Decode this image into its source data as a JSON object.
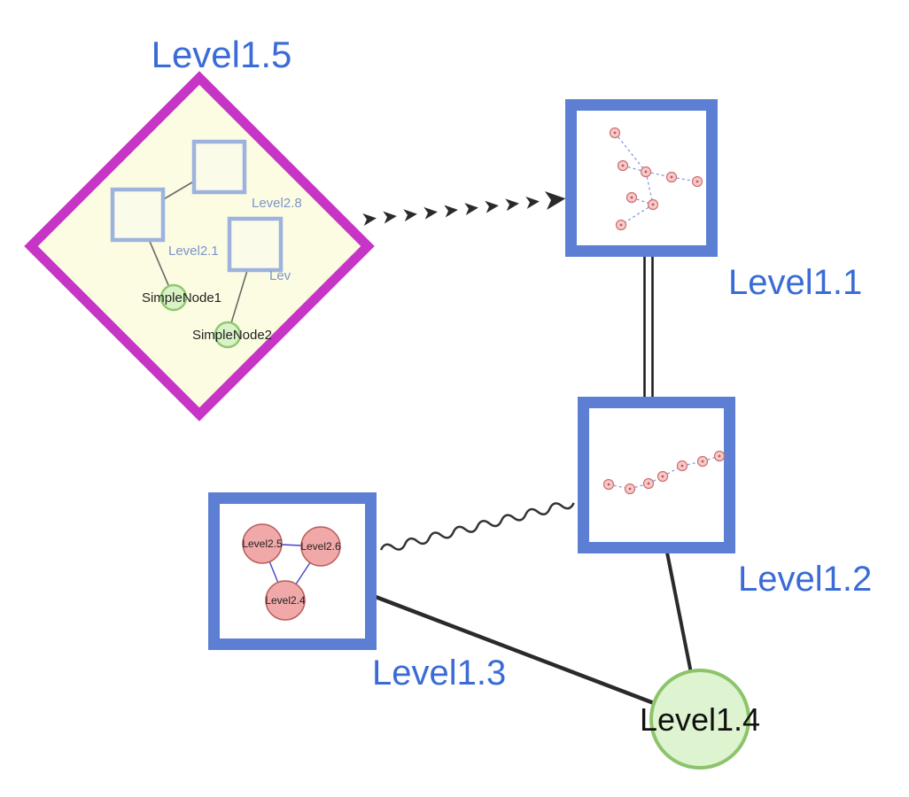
{
  "diagram": {
    "description": "Nested hierarchical graph with five top-level nodes",
    "colors": {
      "label_blue": "#3a6bd6",
      "diamond_border": "#c635c6",
      "diamond_fill": "#fcfce2",
      "group_box_border": "#5d7fd3",
      "inner_square_border": "#9db3de",
      "green_node_fill": "#daf2c8",
      "green_node_border": "#90c870",
      "pink_node_fill": "#f0a8a8",
      "pink_node_border": "#b85f5f",
      "edge_black": "#2a2a2a",
      "mini_edge_blue": "#8090dd"
    },
    "nodes": {
      "level15": {
        "label": "Level1.5",
        "shape": "diamond-group"
      },
      "level11": {
        "label": "Level1.1",
        "shape": "square-group"
      },
      "level12": {
        "label": "Level1.2",
        "shape": "square-group"
      },
      "level13": {
        "label": "Level1.3",
        "shape": "square-group"
      },
      "level14": {
        "label": "Level1.4",
        "shape": "circle"
      }
    },
    "level15_contents": {
      "level28": {
        "label": "Level2.8"
      },
      "level21": {
        "label": "Level2.1"
      },
      "lev": {
        "label": "Lev"
      },
      "simplenode1": {
        "label": "SimpleNode1"
      },
      "simplenode2": {
        "label": "SimpleNode2"
      }
    },
    "level13_contents": {
      "level25": {
        "label": "Level2.5"
      },
      "level26": {
        "label": "Level2.6"
      },
      "level24": {
        "label": "Level2.4"
      }
    },
    "edges": {
      "level15_level11": {
        "style": "dashed-arrow"
      },
      "level11_level12": {
        "style": "double-line"
      },
      "level12_level13": {
        "style": "wavy"
      },
      "level12_level14": {
        "style": "solid"
      },
      "level13_level14": {
        "style": "solid"
      }
    }
  }
}
